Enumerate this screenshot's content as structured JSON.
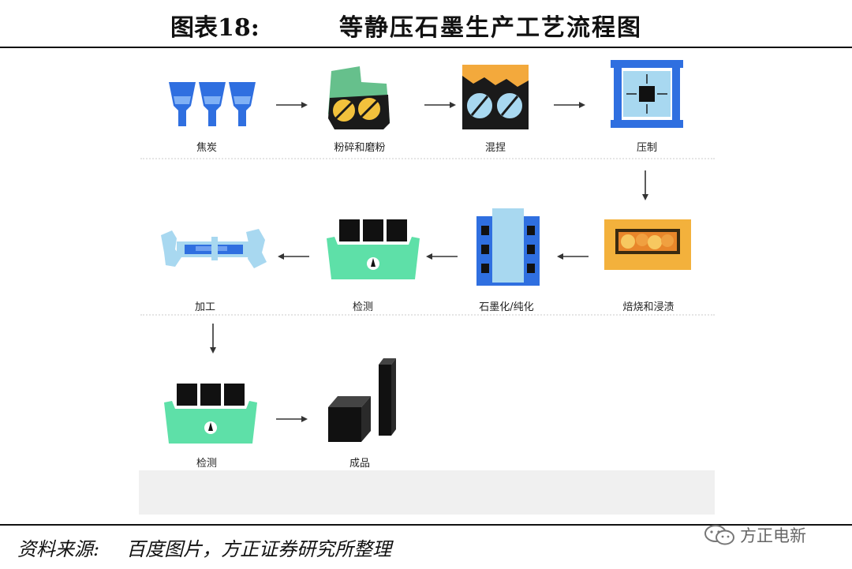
{
  "title": {
    "label": "图表18:",
    "text": "等静压石墨生产工艺流程图"
  },
  "steps": {
    "coke": "焦炭",
    "grind": "粉碎和磨粉",
    "knead": "混捏",
    "press": "压制",
    "bake": "焙烧和浸渍",
    "graphitize": "石墨化/纯化",
    "inspect1": "检测",
    "machine": "加工",
    "inspect2": "检测",
    "product": "成品"
  },
  "footer": {
    "label": "资料来源:",
    "source": "百度图片，方正证券研究所整理"
  },
  "watermark": "方正电新",
  "colors": {
    "blue": "#2f6fe0",
    "green": "#5ee0a8",
    "orange": "#f3a93c",
    "skyblue": "#a8d8f0"
  }
}
